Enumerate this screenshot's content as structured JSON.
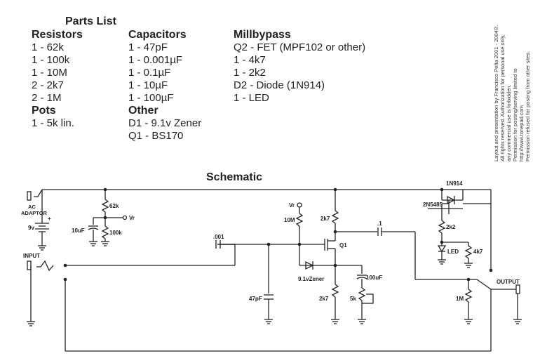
{
  "parts": {
    "title": "Parts List",
    "resistors": {
      "heading": "Resistors",
      "items": [
        "1 - 62k",
        "1 - 100k",
        "1 - 10M",
        "2 - 2k7",
        "2 - 1M"
      ]
    },
    "pots": {
      "heading": "Pots",
      "items": [
        "1 - 5k lin."
      ]
    },
    "capacitors": {
      "heading": "Capacitors",
      "items": [
        "1 - 47pF",
        "1 - 0.001µF",
        "1 - 0.1µF",
        "1 - 10µF",
        "1 - 100µF"
      ]
    },
    "other": {
      "heading": "Other",
      "items": [
        "D1 - 9.1v Zener",
        "Q1 - BS170"
      ]
    },
    "millbypass": {
      "heading": "Millbypass",
      "items": [
        "Q2 - FET (MPF102 or other)",
        "1 - 4k7",
        "1 - 2k2",
        "D2 - Diode (1N914)",
        "1 - LED"
      ]
    }
  },
  "copyright": [
    "Layout and presentation by Francisco Peña 2001 - 2004®.",
    "All rights reserved. Authorization for personal use only,",
    "any commercial use is forbidden.",
    "Permission for posting/serving limited to",
    "http://www.tonepad.com",
    "Permission refused for posting from other sites."
  ],
  "schematic": {
    "title": "Schematic",
    "labels": {
      "ac_adaptor_1": "AC",
      "ac_adaptor_2": "ADAPTOR",
      "v9": "9v",
      "plus": "+",
      "input": "INPUT",
      "r62k": "62k",
      "vr1": "Vr",
      "c10uf": "10uF",
      "r100k": "100k",
      "c001": ".001",
      "vr2": "Vr",
      "r10m": "10M",
      "r2k7a": "2k7",
      "q1": "Q1",
      "zener": "9.1vZener",
      "c47pf": "47pF",
      "r2k7b": "2k7",
      "c100uf": "100uF",
      "pot5k": "5k",
      "c01": ".1",
      "d1n914": "1N914",
      "q2": "2N5485",
      "r2k2": "2k2",
      "led": "LED",
      "r4k7": "4k7",
      "r1m": "1M",
      "output": "OUTPUT"
    }
  }
}
